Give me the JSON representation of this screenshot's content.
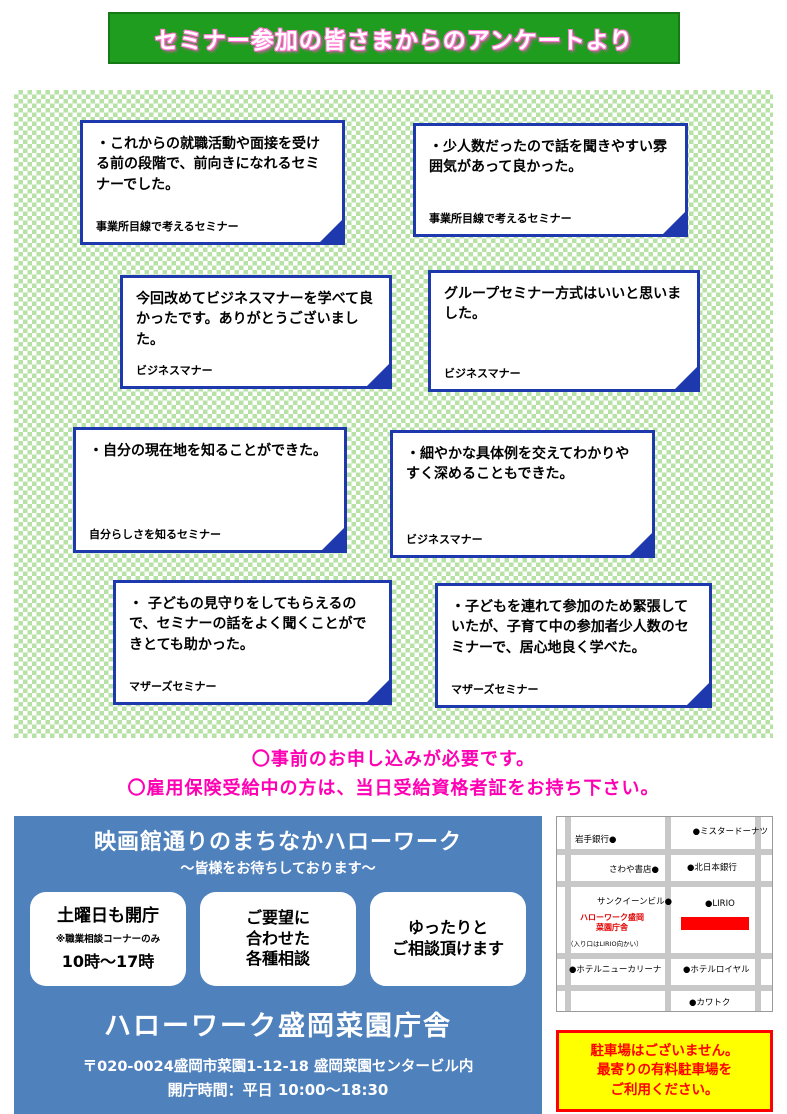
{
  "banner": {
    "title": "セミナー参加の皆さまからのアンケートより"
  },
  "notes": [
    {
      "text": "・これからの就職活動や面接を受ける前の段階で、前向きになれるセミナーでした。",
      "label": "事業所目線で考えるセミナー"
    },
    {
      "text": "・少人数だったので話を聞きやすい雰囲気があって良かった。",
      "label": "事業所目線で考えるセミナー"
    },
    {
      "text": "今回改めてビジネスマナーを学べて良かったです。ありがとうございました。",
      "label": "ビジネスマナー"
    },
    {
      "text": "グループセミナー方式はいいと思いました。",
      "label": "ビジネスマナー"
    },
    {
      "text": "・自分の現在地を知ることができた。",
      "label": "自分らしさを知るセミナー"
    },
    {
      "text": "・細やかな具体例を交えてわかりやすく深めることもできた。",
      "label": "ビジネスマナー"
    },
    {
      "text": "・ 子どもの見守りをしてもらえるので、セミナーの話をよく聞くことができとても助かった。",
      "label": "マザーズセミナー"
    },
    {
      "text": "・子どもを連れて参加のため緊張していたが、子育て中の参加者少人数のセミナーで、居心地良く学べた。",
      "label": "マザーズセミナー"
    }
  ],
  "notices": [
    "〇事前のお申し込みが必要です。",
    "〇雇用保険受給中の方は、当日受給資格者証をお持ち下さい。"
  ],
  "office": {
    "title": "映画館通りのまちなかハローワーク",
    "subtitle": "～皆様をお待ちしております～",
    "features": [
      {
        "lines": [
          "土曜日も開庁",
          "※職業相談コーナーのみ",
          "10時～17時"
        ]
      },
      {
        "lines": [
          "ご要望に",
          "合わせた",
          "各種相談"
        ]
      },
      {
        "lines": [
          "ゆったりと",
          "ご相談頂けます"
        ]
      }
    ],
    "name": "ハローワーク盛岡菜園庁舎",
    "address": "〒020-0024盛岡市菜園1-12-18  盛岡菜園センタービル内",
    "hours": "開庁時間：平日  10:00～18:30"
  },
  "map": {
    "iwate_bank": "岩手銀行●",
    "mister_donut": "●ミスタードーナツ",
    "sawaya": "さわや書店●",
    "kitanihon_bank": "●北日本銀行",
    "sunqueen": "サンクイーンビル●",
    "lirio": "●LIRIO",
    "hellowork_line1": "ハローワーク盛岡",
    "hellowork_line2": "菜園庁舎",
    "hellowork_note": "（入り口はLIRIO向かい）",
    "hotel_new_carina": "●ホテルニューカリーナ",
    "hotel_royal": "●ホテルロイヤル",
    "kawatoku": "●カワトク"
  },
  "parking": {
    "lines": [
      "駐車場はございません。",
      "最寄りの有料駐車場を",
      "ご利用ください。"
    ]
  },
  "colors": {
    "banner_green": "#1f9d1f",
    "checker_green": "#b7e2a6",
    "note_border_blue": "#1e39ad",
    "notice_pink": "#ff00b3",
    "panel_blue": "#4f81bd",
    "map_street_gray": "#c8c8c8",
    "marker_red": "#ff0000",
    "parking_yellow": "#ffff00"
  }
}
